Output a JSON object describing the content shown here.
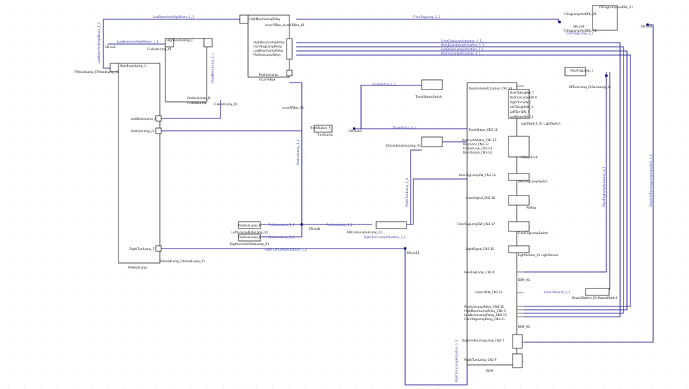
{
  "labels": {
    "highbeamlamp_c": "HighBeamLamp_C",
    "frheadlamp_fr": "FRHeadLamp_FRHeadLamp_X1",
    "lowbeamlamp_a": "LowBeamLamp_A",
    "positionlamp_d": "PositionLamp_D",
    "rightturnlamp_f": "RightTurnLamp_F",
    "frheadlamp_bottom": "FRHeadLamp_FRHeadLamp_X1",
    "frheadlamp": "FRHeadLamp",
    "splice1": "SPLice1",
    "fl_highbeam": "HighBeamLamp_C",
    "flheadlamp_x1": "FLHeadLamp_X1",
    "positionlamp_d2": "PositionLamp_D",
    "flheadlamp": "FLHeadLamp",
    "flheadlamp_x1b": "FLHeadLamp_X1",
    "highbeam_relay": "HighBeamLampRelay",
    "incar_frbox_x1": "IncarFRBox_IncarFRBox_X1",
    "highbeam_lamp_relay": "HighBeamLampRelay",
    "frontfog_lamp_relay": "FrontFogLampRelay",
    "lowbeam_lamp_relay": "LowBeamLampRelay",
    "position_lamp_relay": "PositionLampRelay",
    "position_lamp": "PositionLamp",
    "incar_frbox": "IncarFRBox",
    "incar_frbox_2": "IncarFRBox_X1",
    "splice8": "SPLice8",
    "position_lamp_b": "PositionLamp_B",
    "left_license_plate": "LeftLicensePlateLamp_X1",
    "position_lamp_b2": "PositionLamp_B",
    "right_license_plate": "RightLicensePlateLamp_X1",
    "rr_combination": "RRCombinationLamp_X1",
    "splice11": "SPLice11",
    "trunk_status_a": "TrunkStatus_A",
    "trunk_lamp": "TrunkLamp",
    "splice10": "SPLice10",
    "rl_combination": "RLCombinationLamp_X1",
    "trunk_status_switch": "TrunkStatusSwitch"
  },
  "wires": {
    "lowbeam_highbeam": "LowBeamAndHighBeam_1_1",
    "frontfog_top": "FrontFogLamp_1_1",
    "lowbeam_highbeam_2": "LowBeamAndHighBeam_1_1",
    "frontfog_actuation": "FrontFogLampActuation_1_1",
    "highbeam_actuation": "HighBeamLampActuation_1_1",
    "lowbeam_actuation": "LowBeamLampActuation_1_1",
    "position_actuation": "PositionLampActuation_1_1",
    "trunk_status_1": "TrunkStatus_1_1",
    "trunk_status_2": "TrunkStatus_1_1",
    "position_lamp_1": "PositionLamp_1_1",
    "position_lamp_2": "PositionLamp_1_2",
    "position_lamp_3": "PositionLamp_1_3",
    "rightturn_1": "RightTurnLampActuation_1_2",
    "rightturn_2": "RightTurnLampActuation_1_1",
    "hazard_switch": "HazardSwitch_1_1",
    "frontfog_lamp": "FrontFogLamp_1_2",
    "vertical_1": "LowBeamAndHighBeam_1_2",
    "vertical_2": "HighBeamLamp_1_1",
    "vertical_3": "PositionLamp_1_4",
    "vertical_4": "RightTurnLamp_1_4",
    "vertical_5": "RightTurnLampActuation_1_4",
    "vertical_6": "RearFogLampActuation_1_1",
    "vertical_7": "DaytimeRunningLampActuation_1_1"
  },
  "bcm_pins": {
    "trunk_unlock": "TrunkUnlockActuation_CN1-14",
    "trunk_status": "TrunkStatus_CN3-10",
    "doorlock_status": "DoorLockStatus_CN1-15",
    "doorlock": "DoorLock_CN2-12",
    "fl_doorlock": "FLDoorLock_CN2-13",
    "doorunlock": "DoorUnlock_CN2-14",
    "rearfog_sw": "RearFogLampSW_CN3-18",
    "crash_signal": "CrashSignal_CN3-16",
    "frontfog_sw": "FrontFogLampSW_CN3-17",
    "light_signal": "LightSignal_CN3-35",
    "rearfog_lamp": "RearFogLamp_CN2-4",
    "hazard_sw": "HazardSW_CN3-20",
    "position_relay": "PositionLampRelay_CN4-16",
    "highbeam_relay": "HighBeamLampRelay_CN4-3",
    "lowbeam_relay": "LowBeamLampRelay_CN4-19",
    "frontfog_relay": "FrontFogLampRelay_CN4-21",
    "daytime_running": "DaytimeRunningLamp_CN2-7",
    "right_turn": "RightTurnLamp_CN2-9",
    "bcm": "BCM",
    "bcm_h1": "BCM_H1",
    "bcm_h2": "BCM_H2"
  },
  "switches": {
    "overtaking_sw": "OverTakingSW_7",
    "position_lamp_sw": "PositionLampSW_6",
    "right_turn_sw": "RightTurnSW_1",
    "auto_light_sw": "AUTOLightSW_3",
    "left_turn_sw": "LeftTurnSW_7",
    "lowbeam_sw": "LowBeamSW_12",
    "light_switch": "LightSwitch_X1 LightSwitch",
    "fl_doorlock": "FLDoorLock",
    "rearfog_switch": "RearFogLampSwitch",
    "airbag": "AirBag",
    "frontfog_switch": "FrontFogLampSwitch",
    "light_sensor": "LightSensor_X1 LightSensor",
    "rear_fog_lamp": "RearFogLamp_1",
    "rr_turn_lamp": "RRTurnLamp_RLTurnLamp_X1",
    "hazard_switch": "HazardSwitch_X1 HazardSwitch",
    "fl_foglamp": "FLFogLampAndDRL_X1",
    "fl_foglamp_2": "FLFogLampAndDRL_X1",
    "splice9": "SPLice9",
    "splice4": "SPLice4",
    "foglamp_fr": "FRFogLampAndDRL_X1"
  }
}
